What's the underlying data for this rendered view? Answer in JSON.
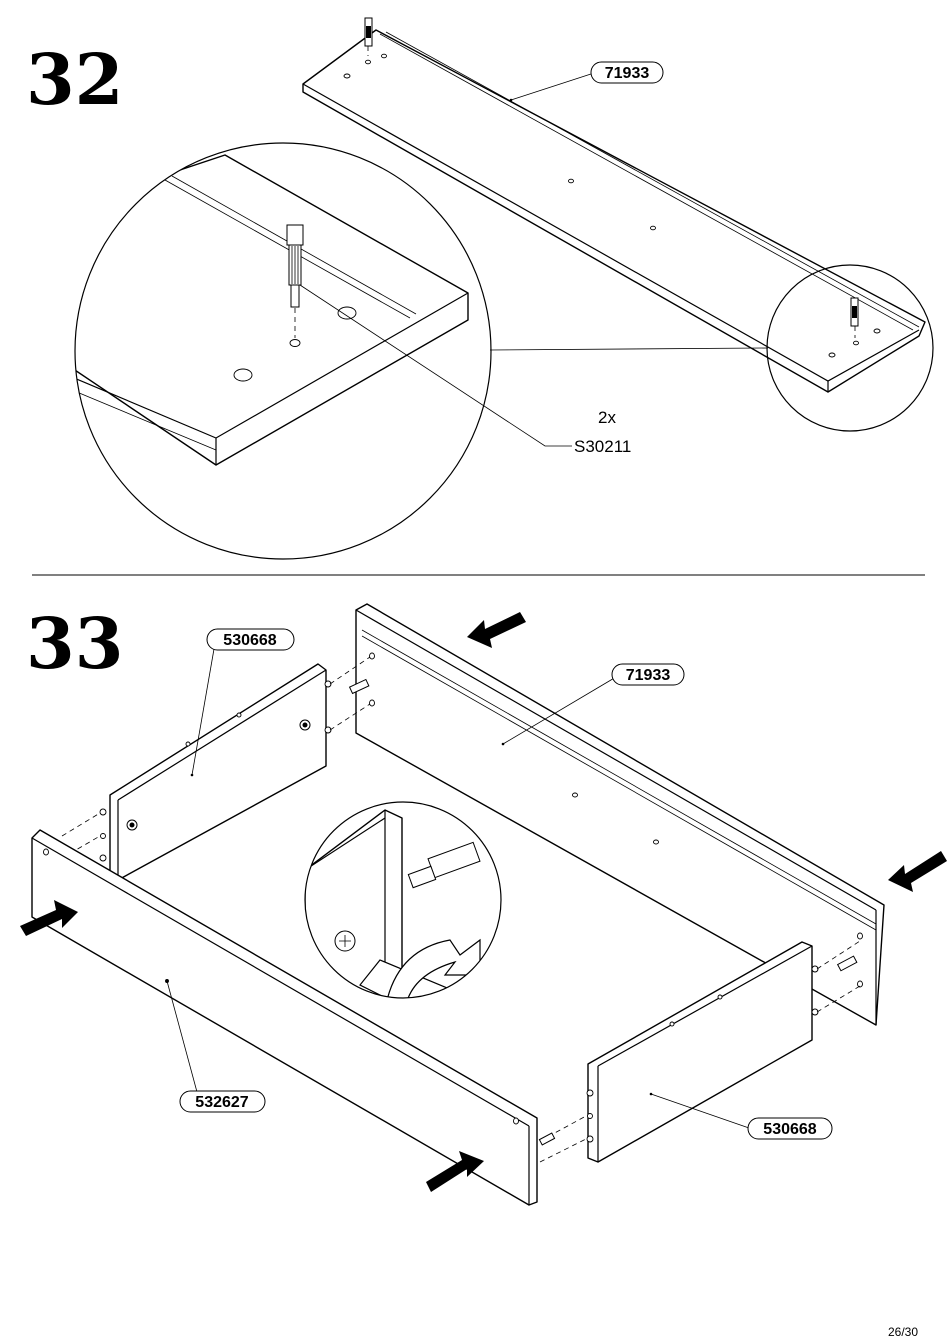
{
  "step32": {
    "number": "32",
    "part_board": "71933",
    "quantity": "2x",
    "part_fitting": "S30211"
  },
  "step33": {
    "number": "33",
    "part_side_left": "530668",
    "part_back": "71933",
    "part_front": "532627",
    "part_side_right": "530668"
  },
  "footer": {
    "page_number": "26/30"
  }
}
